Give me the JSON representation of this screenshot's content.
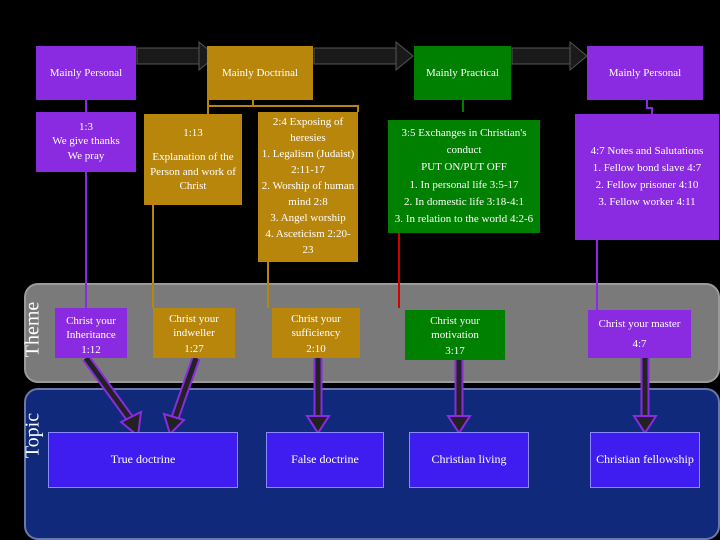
{
  "top_headers": [
    "Mainly Personal",
    "Mainly Doctrinal",
    "Mainly Practical",
    "Mainly Personal"
  ],
  "content": {
    "col1": [
      "1:3",
      "We give thanks",
      "We pray"
    ],
    "col2": [
      "1:13",
      "Explanation of the",
      "Person and work of",
      "Christ"
    ],
    "col3": [
      "2:4 Exposing of",
      "heresies",
      "1. Legalism (Judaist)",
      "2:11-17",
      "2. Worship of human",
      "mind 2:8",
      "3. Angel worship",
      "4. Asceticism 2:20-",
      "23"
    ],
    "col4": [
      "3:5 Exchanges in Christian's",
      "conduct",
      "PUT ON/PUT OFF",
      "1. In personal life 3:5-17",
      "2. In domestic life 3:18-4:1",
      "3. In relation to the world 4:2-6"
    ],
    "col5": [
      "4:7  Notes and Salutations",
      "1. Fellow bond slave 4:7",
      "2. Fellow prisoner 4:10",
      "3. Fellow worker 4:11"
    ]
  },
  "theme_label": "Theme",
  "topic_label": "Topic",
  "themes": [
    {
      "title": [
        "Christ your",
        "Inheritance"
      ],
      "ref": "1:12"
    },
    {
      "title": [
        "Christ your",
        "indweller"
      ],
      "ref": "1:27"
    },
    {
      "title": [
        "Christ your",
        "sufficiency"
      ],
      "ref": "2:10"
    },
    {
      "title": [
        "Christ your",
        "motivation"
      ],
      "ref": "3:17"
    },
    {
      "title": [
        "Christ your master"
      ],
      "ref": "4:7"
    }
  ],
  "topics": [
    "True doctrine",
    "False doctrine",
    "Christian living",
    "Christian fellowship"
  ],
  "colors": {
    "purple": "#8a2be2",
    "gold": "#b8860b",
    "green": "#008000",
    "red": "#d40000",
    "blue_box": "#3f1cf0",
    "theme_band": "#7a7a7a",
    "topic_band": "#10297a",
    "arrow": "#222222"
  }
}
